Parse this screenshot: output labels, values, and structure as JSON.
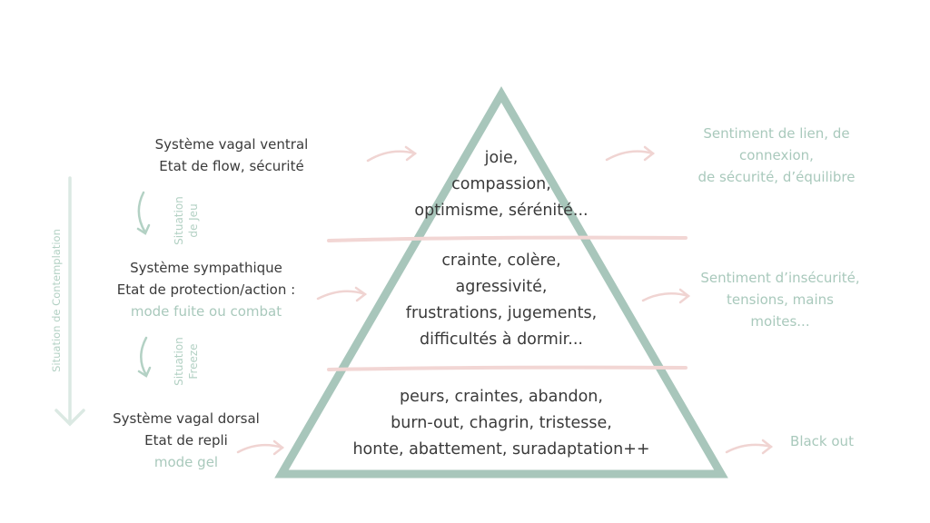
{
  "colors": {
    "text": "#3a3a3a",
    "soft_green": "#a9c9bc",
    "pyramid_green": "#a8c6bb",
    "soft_pink": "#f0d4d2"
  },
  "left": {
    "ventral": {
      "line1": "Système vagal ventral",
      "line2": "Etat de flow, sécurité"
    },
    "sympathique": {
      "line1": "Système sympathique",
      "line2": "Etat de protection/action :",
      "line3": "mode fuite ou combat"
    },
    "dorsal": {
      "line1": "Système vagal dorsal",
      "line2": "Etat de repli",
      "line3": "mode gel"
    },
    "transition_jeu": {
      "line1": "Situation",
      "line2": "de Jeu"
    },
    "transition_freeze": {
      "line1": "Situation",
      "line2": "Freeze"
    },
    "contemplation": "Situation de Contemplation"
  },
  "pyramid": {
    "top": {
      "line1": "joie,",
      "line2": "compassion,",
      "line3": "optimisme, sérénité..."
    },
    "middle": {
      "line1": "crainte, colère,",
      "line2": "agressivité,",
      "line3": "frustrations, jugements,",
      "line4": "difficultés à dormir..."
    },
    "bottom": {
      "line1": "peurs, craintes, abandon,",
      "line2": "burn-out, chagrin, tristesse,",
      "line3": "honte, abattement, suradaptation++"
    }
  },
  "right": {
    "top": {
      "line1": "Sentiment de lien, de",
      "line2": "connexion,",
      "line3": "de sécurité, d’équilibre"
    },
    "middle": {
      "line1": "Sentiment d’insécurité,",
      "line2": "tensions, mains",
      "line3": "moites..."
    },
    "bottom": {
      "line1": "Black out"
    }
  }
}
